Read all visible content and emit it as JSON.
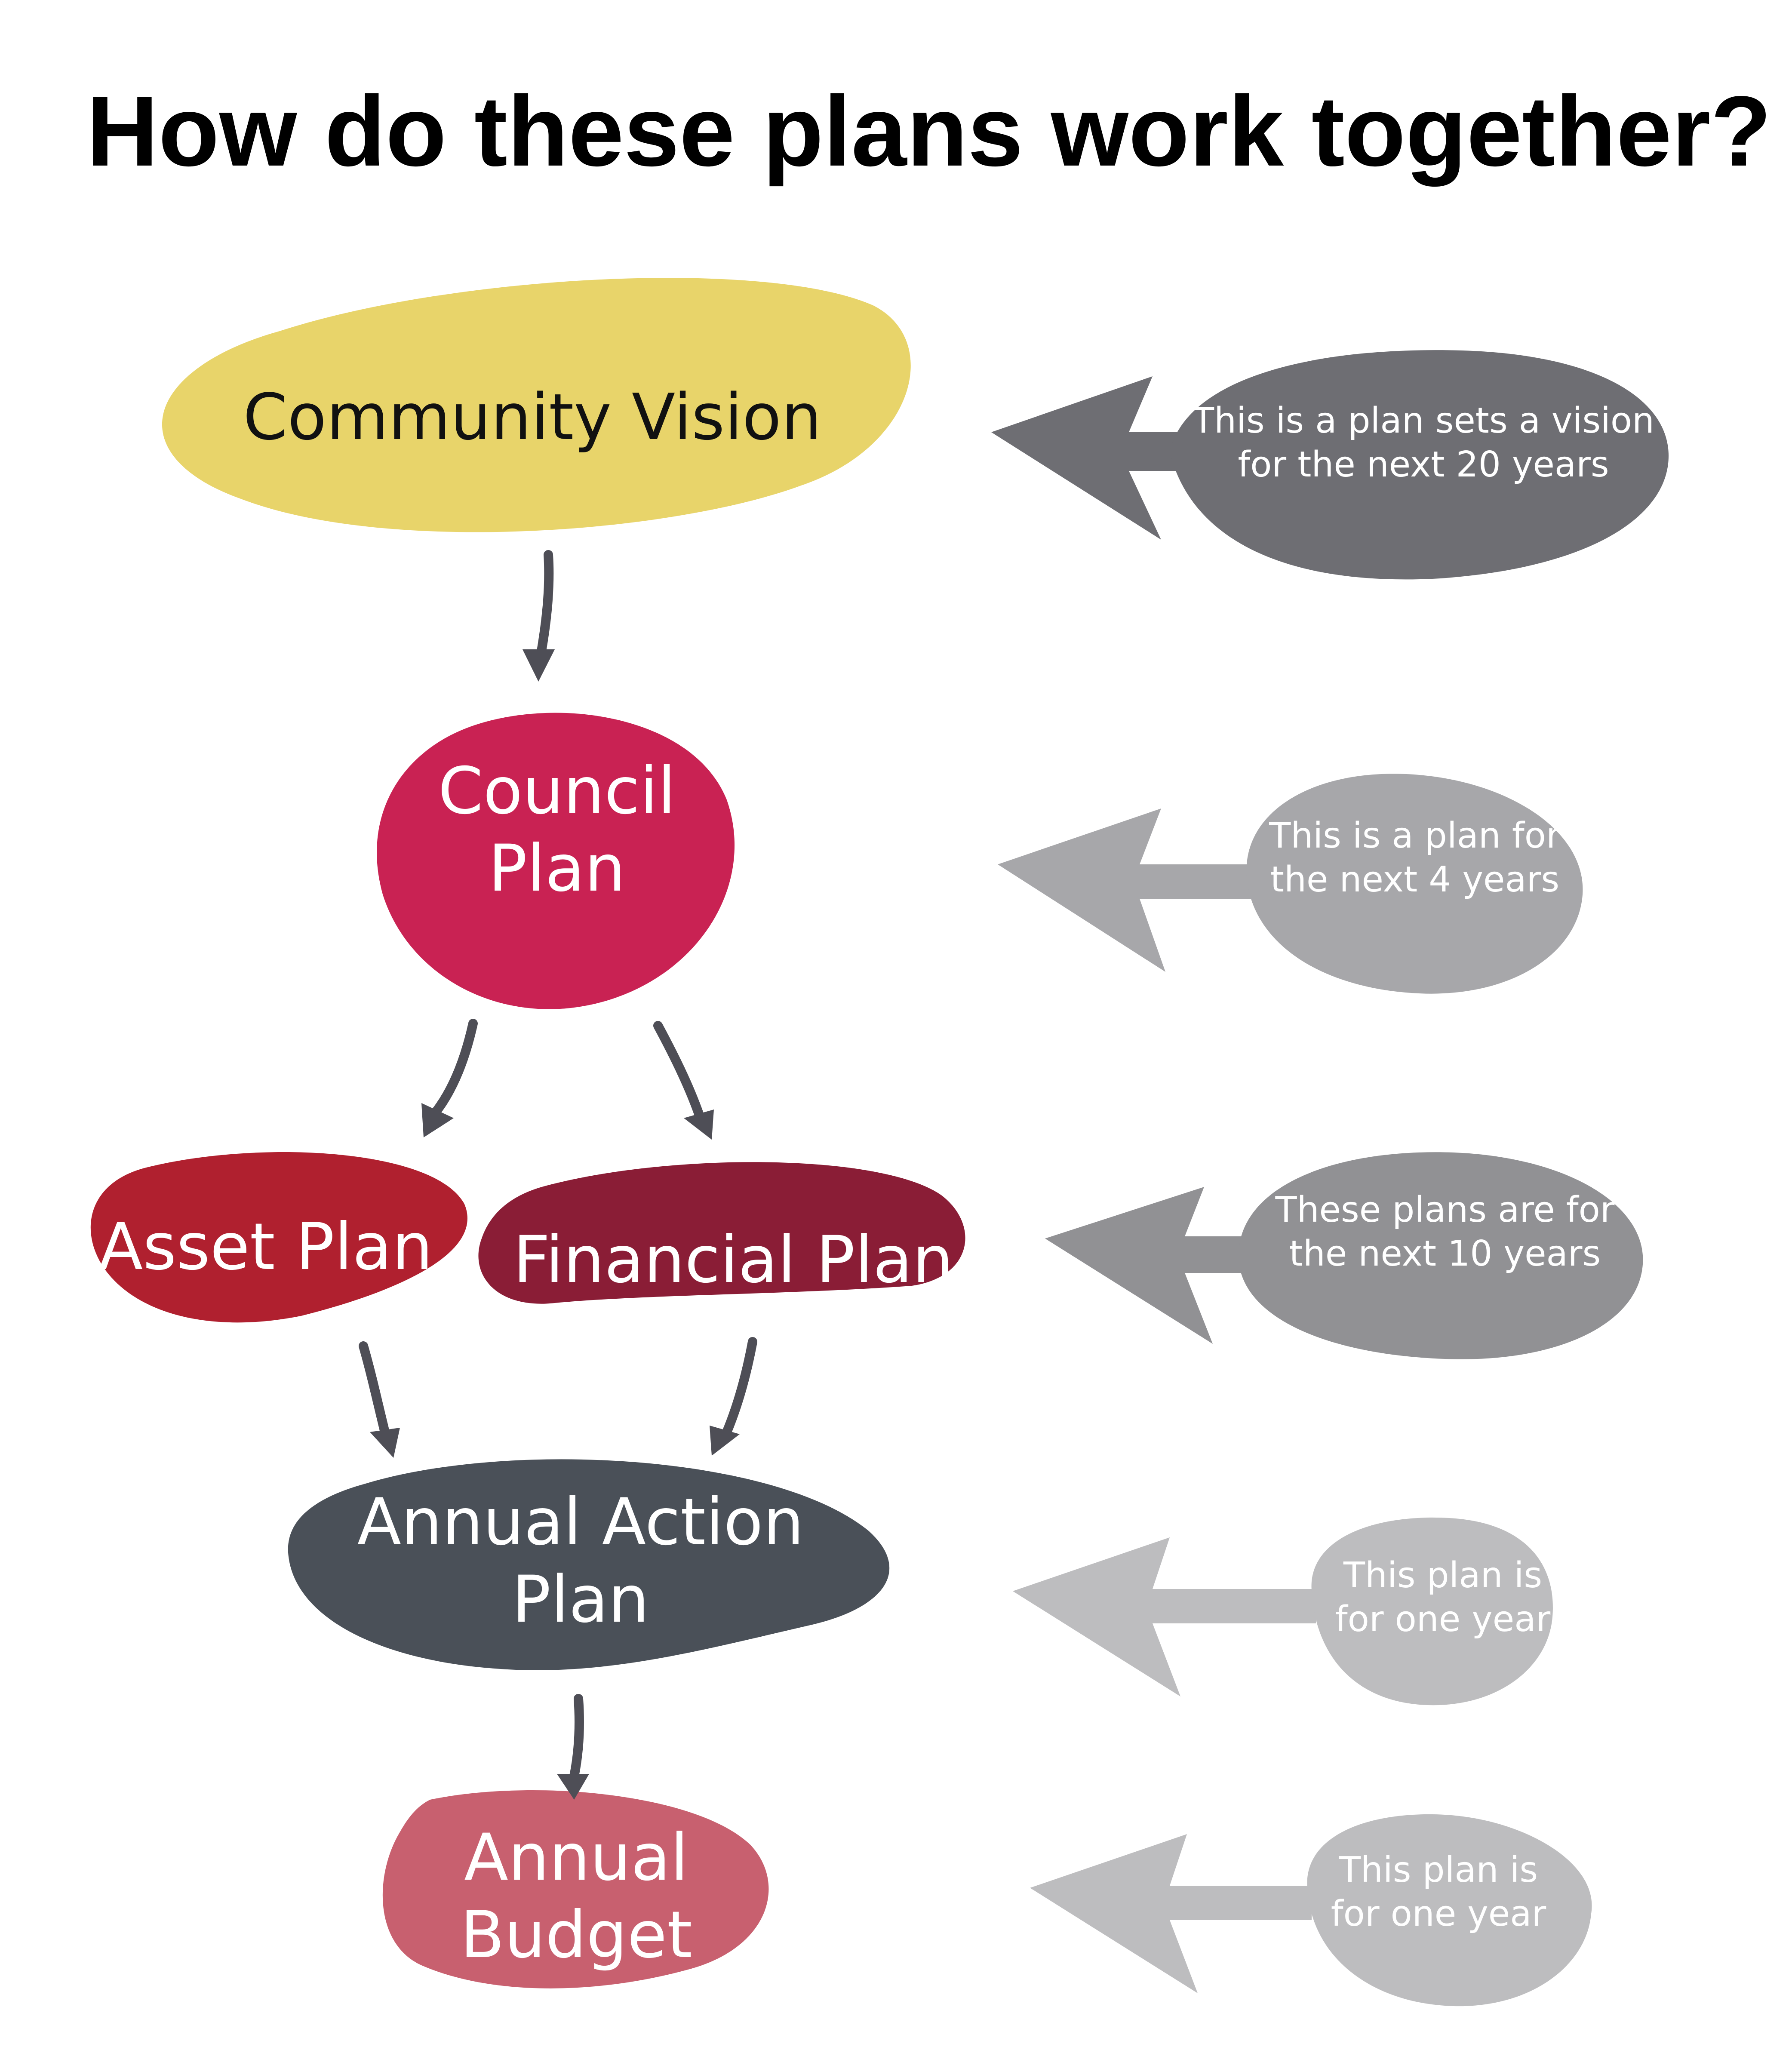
{
  "title": "How do these plans work together?",
  "colors": {
    "community_vision": "#E8D46A",
    "council_plan": "#C92253",
    "asset_plan": "#B0202F",
    "financial_plan": "#8A1D36",
    "annual_action_plan": "#4A5058",
    "annual_budget": "#C8606F",
    "flow_arrow": "#4E4E56",
    "note_20_years": "#6E6E73",
    "note_4_years": "#A7A7AA",
    "note_10_years": "#919194",
    "note_one_year": "#BDBDBF"
  },
  "nodes": {
    "community_vision": {
      "lines": [
        "Community Vision"
      ]
    },
    "council_plan": {
      "lines": [
        "Council",
        "Plan"
      ]
    },
    "asset_plan": {
      "lines": [
        "Asset Plan"
      ]
    },
    "financial_plan": {
      "lines": [
        "Financial Plan"
      ]
    },
    "annual_action_plan": {
      "lines": [
        "Annual Action",
        "Plan"
      ]
    },
    "annual_budget": {
      "lines": [
        "Annual",
        "Budget"
      ]
    }
  },
  "notes": {
    "community_vision": {
      "lines": [
        "This is a plan sets a vision",
        "for the next 20 years"
      ]
    },
    "council_plan": {
      "lines": [
        "This is a plan for",
        "the next 4 years"
      ]
    },
    "asset_financial": {
      "lines": [
        "These plans are for",
        "the next 10 years"
      ]
    },
    "annual_action_plan": {
      "lines": [
        "This plan is",
        "for one year"
      ]
    },
    "annual_budget": {
      "lines": [
        "This plan is",
        "for one year"
      ]
    }
  },
  "edges": [
    {
      "from": "Community Vision",
      "to": "Council Plan"
    },
    {
      "from": "Council Plan",
      "to": "Asset Plan"
    },
    {
      "from": "Council Plan",
      "to": "Financial Plan"
    },
    {
      "from": "Asset Plan",
      "to": "Annual Action Plan"
    },
    {
      "from": "Financial Plan",
      "to": "Annual Action Plan"
    },
    {
      "from": "Annual Action Plan",
      "to": "Annual Budget"
    }
  ]
}
